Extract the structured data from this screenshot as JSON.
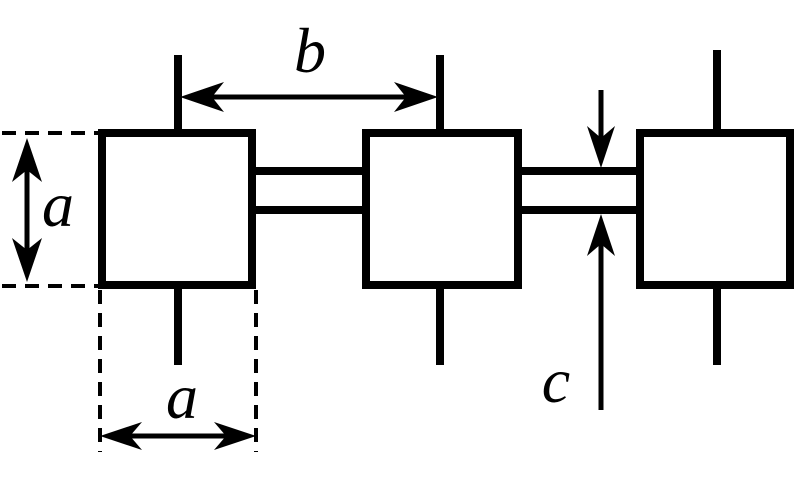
{
  "labels": {
    "b": "b",
    "a_vertical": "a",
    "a_horizontal": "a",
    "c": "c"
  }
}
